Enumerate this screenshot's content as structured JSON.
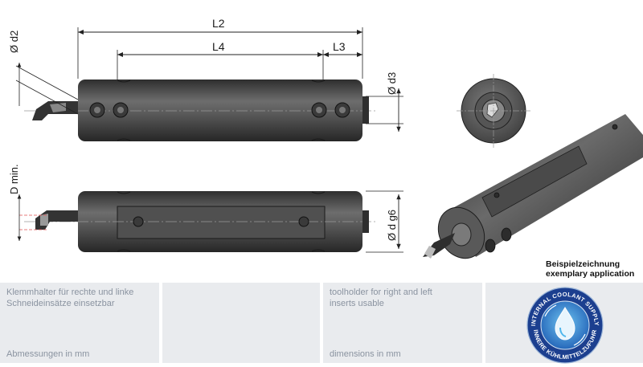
{
  "dimensions": {
    "L2": "L2",
    "L4": "L4",
    "L3": "L3",
    "d2": "Ø d2",
    "d3": "Ø d3",
    "dg6": "Ø d g6",
    "dmin": "D min."
  },
  "caption": {
    "line1": "Beispielzeichnung",
    "line2": "exemplary application"
  },
  "panels": {
    "de": {
      "line1": "Klemmhalter für rechte und linke",
      "line2": "Schneideinsätze einsetzbar",
      "footer": "Abmessungen in mm"
    },
    "en": {
      "line1": "toolholder for right and left",
      "line2": "inserts usable",
      "footer": "dimensions in mm"
    }
  },
  "badge": {
    "top_text": "INTERNAL COOLANT SUPPLY",
    "bottom_text": "INNERE KÜHLMITTELZUFUHR",
    "colors": {
      "ring": "#1c3f8f",
      "inner": "#2f7fd1",
      "drop": "#4fb6ec"
    },
    "icon": "water-drop-icon"
  },
  "colors": {
    "body_dark": "#454545",
    "body_mid": "#6a6a6a",
    "dim_line": "#222222",
    "panel_bg": "#e9ebee",
    "panel_text": "#8a93a0"
  }
}
